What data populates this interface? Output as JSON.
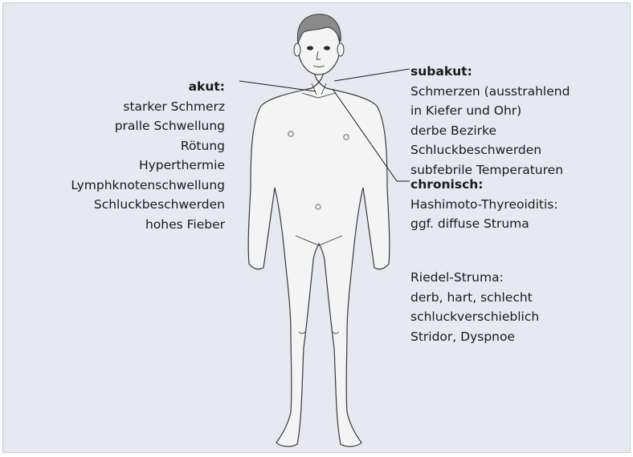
{
  "acute": {
    "heading": "akut:",
    "items": [
      "starker Schmerz",
      "pralle Schwellung",
      "Rötung",
      "Hyperthermie",
      "Lymphknotenschwellung",
      "Schluckbeschwerden",
      "hohes Fieber"
    ]
  },
  "subacute": {
    "heading": "subakut:",
    "items": [
      "Schmerzen (ausstrahlend",
      "in Kiefer und Ohr)",
      "derbe Bezirke",
      "Schluckbeschwerden",
      "subfebrile Temperaturen"
    ]
  },
  "chronic": {
    "heading": "chronisch:",
    "items": [
      "Hashimoto-Thyreoiditis:",
      "ggf. diffuse Struma"
    ]
  },
  "riedel": {
    "items": [
      "Riedel-Struma:",
      "derb, hart, schlecht",
      "schluckverschieblich",
      "Stridor, Dyspnoe"
    ]
  },
  "colors": {
    "background": "#e6e9f1",
    "body_fill": "#f4f4f4",
    "outline": "#3a3a3a",
    "hair": "#8a8a8a"
  }
}
